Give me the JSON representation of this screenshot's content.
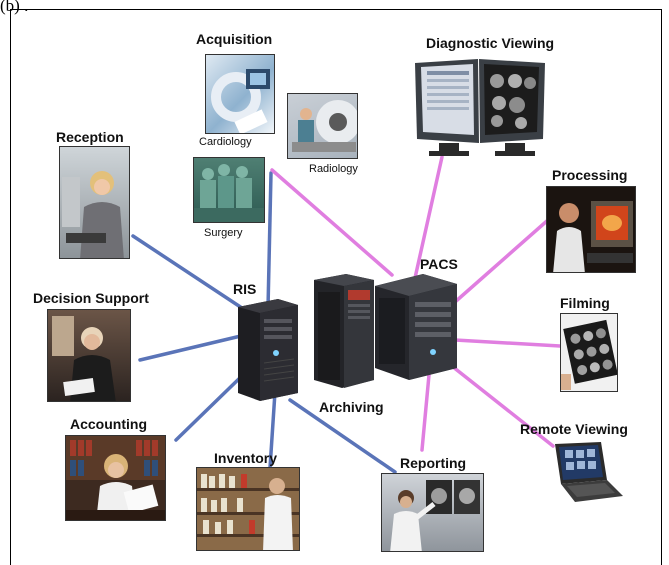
{
  "prefix": "(b) .",
  "hubs": {
    "ris": "RIS",
    "pacs": "PACS",
    "archiving": "Archiving"
  },
  "nodes": {
    "acquisition": "Acquisition",
    "cardiology": "Cardiology",
    "radiology": "Radiology",
    "surgery": "Surgery",
    "diagnostic_viewing": "Diagnostic Viewing",
    "reception": "Reception",
    "processing": "Processing",
    "decision_support": "Decision Support",
    "filming": "Filming",
    "accounting": "Accounting",
    "remote_viewing": "Remote Viewing",
    "inventory": "Inventory",
    "reporting": "Reporting"
  },
  "colors": {
    "ris_link": "#5a74b8",
    "pacs_link": "#e07ee0"
  }
}
